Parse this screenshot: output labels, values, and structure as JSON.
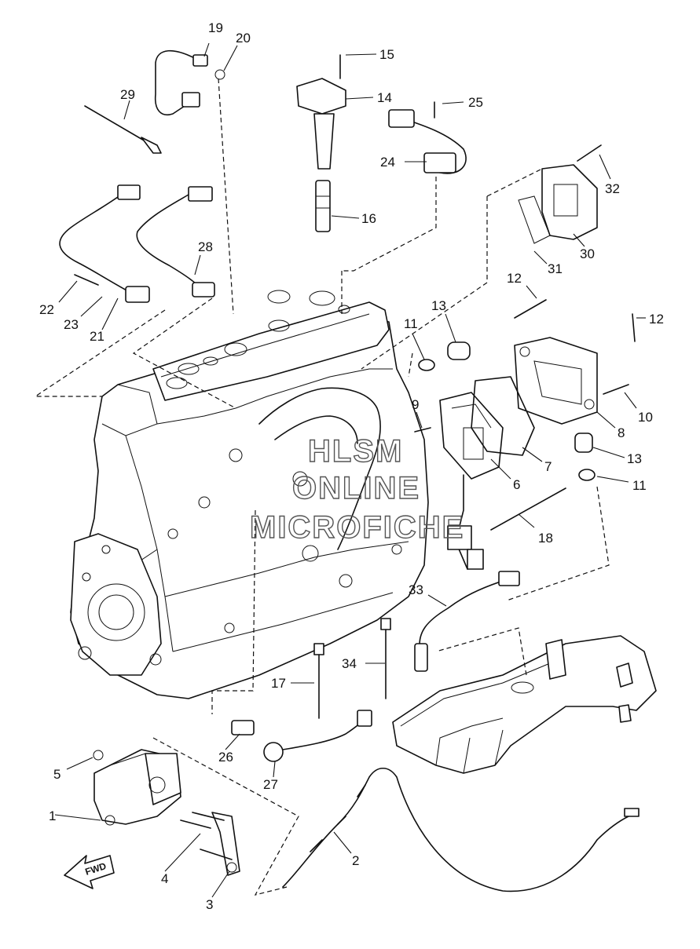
{
  "diagram": {
    "callouts": [
      "1",
      "2",
      "3",
      "4",
      "5",
      "6",
      "7",
      "8",
      "9",
      "10",
      "11",
      "11",
      "12",
      "12",
      "13",
      "13",
      "14",
      "15",
      "16",
      "17",
      "18",
      "19",
      "20",
      "21",
      "22",
      "23",
      "24",
      "25",
      "26",
      "27",
      "28",
      "29",
      "30",
      "31",
      "32",
      "33",
      "34"
    ],
    "watermark": [
      "HLSM",
      "ONLINE",
      "MICROFICHE"
    ],
    "direction_label": "FWD"
  }
}
